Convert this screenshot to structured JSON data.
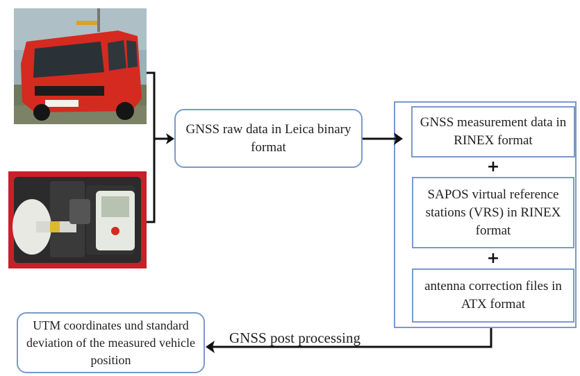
{
  "photos": {
    "vehicle": {
      "icon": "red-van-photo"
    },
    "receiver": {
      "icon": "gnss-receiver-case-photo"
    }
  },
  "boxes": {
    "raw_data": "GNSS raw data in Leica binary format",
    "measurement": "GNSS measurement data in RINEX format",
    "sapos": "SAPOS  virtual reference stations (VRS) in RINEX format",
    "antenna": "antenna correction files in ATX format",
    "result": "UTM coordinates und standard deviation of the measured vehicle position"
  },
  "operators": {
    "plus_1": "+",
    "plus_2": "+"
  },
  "arrows": {
    "post_processing_label": "GNSS post processing"
  },
  "colors": {
    "box_border": "#7a99c9",
    "arrow": "#111111",
    "van": "#d42a1f",
    "case": "#c8202a"
  }
}
